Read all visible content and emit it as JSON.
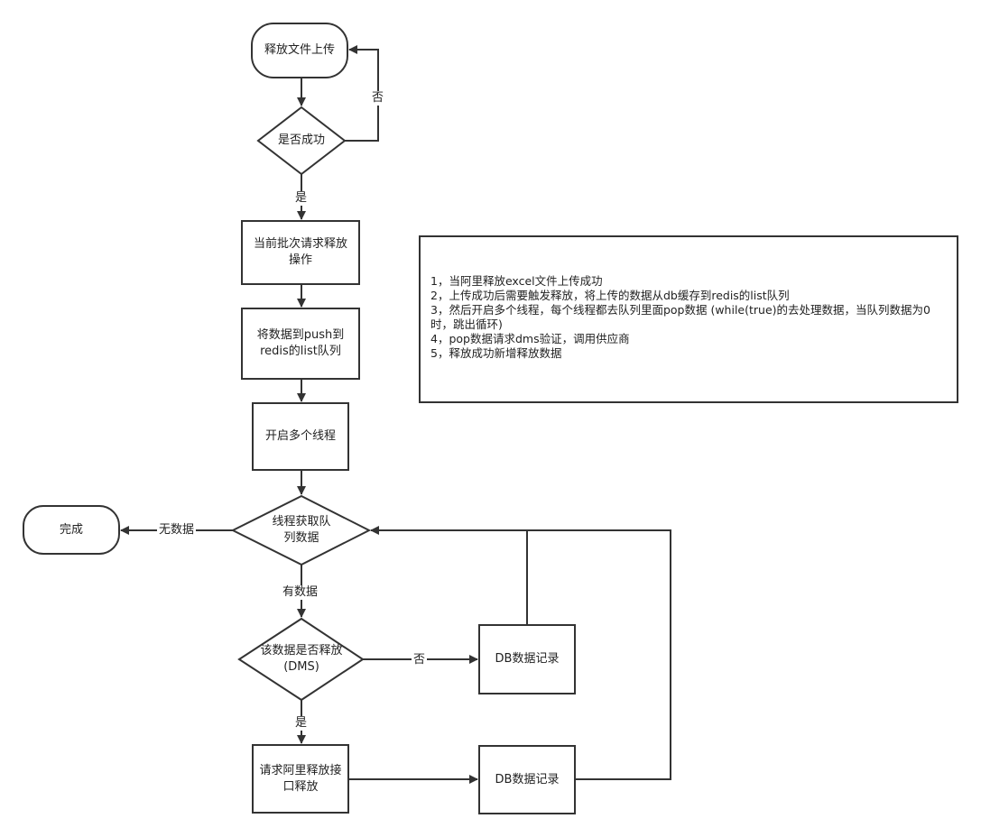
{
  "nodes": {
    "upload": "释放文件上传",
    "success_check": "是否成功",
    "request_release": "当前批次请求释放操作",
    "push_redis": "将数据到push到redis的list队列",
    "start_threads": "开启多个线程",
    "fetch_queue": "线程获取队列数据",
    "done": "完成",
    "dms_check": "该数据是否释放(DMS)",
    "db_record_1": "DB数据记录",
    "call_api": "请求阿里释放接口释放",
    "db_record_2": "DB数据记录"
  },
  "edges": {
    "no_retry": "否",
    "yes_continue": "是",
    "no_data": "无数据",
    "has_data": "有数据",
    "not_released": "否",
    "released": "是"
  },
  "notes": [
    "1，当阿里释放excel文件上传成功",
    "2，上传成功后需要触发释放，将上传的数据从db缓存到redis的list队列",
    "3，然后开启多个线程，每个线程都去队列里面pop数据 (while(true)的去处理数据，当队列数据为0时，跳出循环)",
    "4，pop数据请求dms验证，调用供应商",
    "5，释放成功新增释放数据"
  ],
  "colors": {
    "stroke": "#333333",
    "fill": "#ffffff"
  }
}
